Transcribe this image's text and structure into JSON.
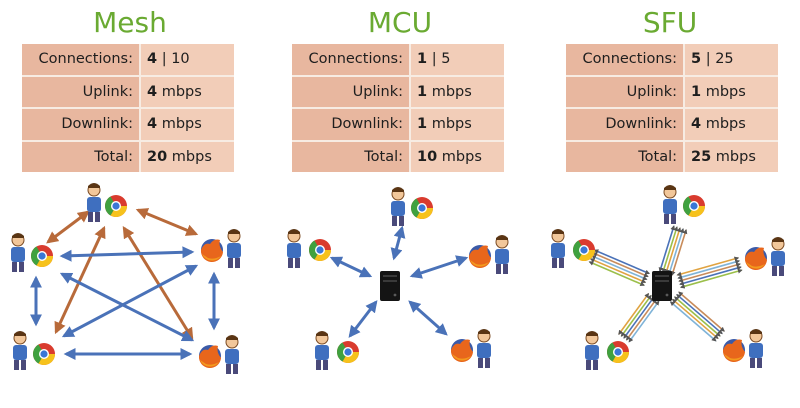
{
  "panels": [
    {
      "title": "Mesh",
      "rows": [
        {
          "label": "Connections:",
          "value": "4",
          "suffix": " | 10"
        },
        {
          "label": "Uplink:",
          "value": "4",
          "suffix": " mbps"
        },
        {
          "label": "Downlink:",
          "value": "4",
          "suffix": " mbps"
        },
        {
          "label": "Total:",
          "value": "20",
          "suffix": " mbps"
        }
      ]
    },
    {
      "title": "MCU",
      "rows": [
        {
          "label": "Connections:",
          "value": "1",
          "suffix": " | 5"
        },
        {
          "label": "Uplink:",
          "value": "1",
          "suffix": " mbps"
        },
        {
          "label": "Downlink:",
          "value": "1",
          "suffix": " mbps"
        },
        {
          "label": "Total:",
          "value": "10",
          "suffix": " mbps"
        }
      ]
    },
    {
      "title": "SFU",
      "rows": [
        {
          "label": "Connections:",
          "value": "5",
          "suffix": " | 25"
        },
        {
          "label": "Uplink:",
          "value": "1",
          "suffix": " mbps"
        },
        {
          "label": "Downlink:",
          "value": "4",
          "suffix": " mbps"
        },
        {
          "label": "Total:",
          "value": "25",
          "suffix": " mbps"
        }
      ]
    }
  ],
  "icons": {
    "participant": "person-with-browser-icon",
    "server": "server-icon"
  },
  "colors": {
    "title": "#6aaa32",
    "arrow_blue": "#4a72b8",
    "arrow_brown": "#b86a3a",
    "label_cell": "#e8b79f",
    "value_cell": "#f2cdb8"
  }
}
